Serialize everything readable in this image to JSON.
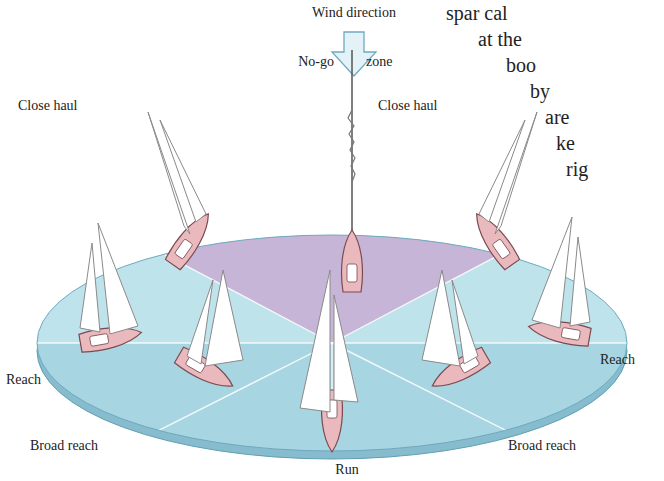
{
  "diagram": {
    "labels": [
      "Wind direction",
      "No-go",
      "zone",
      "Close haul",
      "Close haul",
      "Reach",
      "Reach",
      "Broad reach",
      "Broad reach",
      "Run",
      "spar cal",
      "at the",
      "boo",
      "by",
      "are",
      "ke",
      "rig"
    ]
  }
}
